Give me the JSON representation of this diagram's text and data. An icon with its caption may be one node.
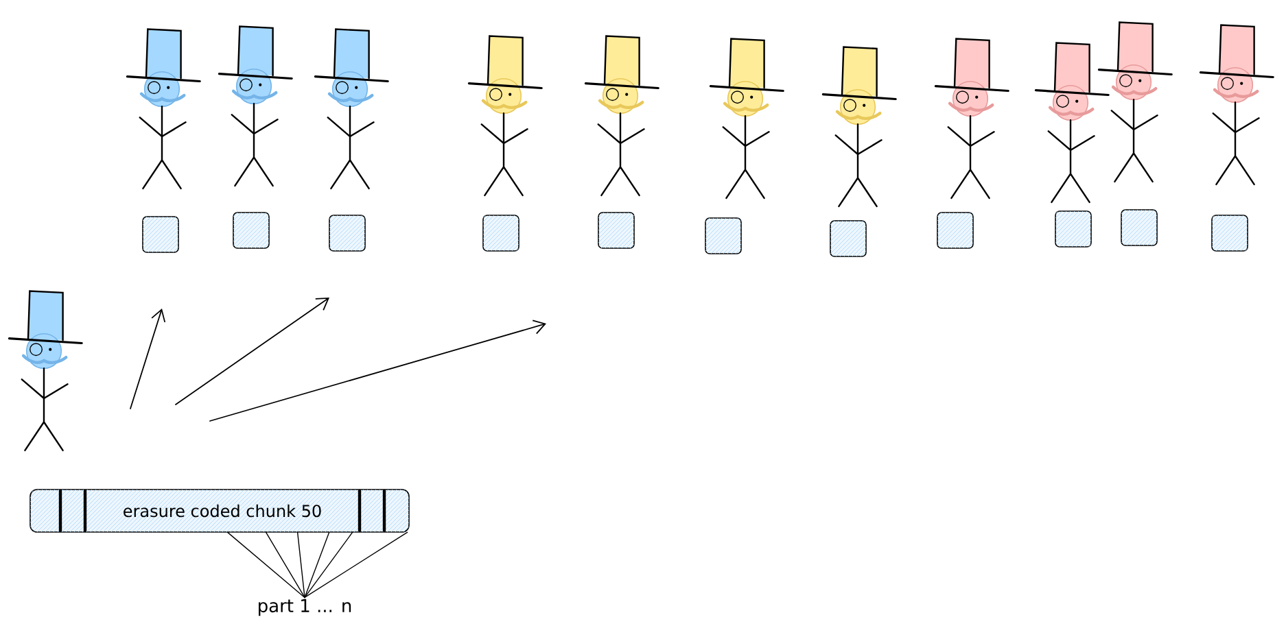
{
  "diagram": {
    "nodes": [
      {
        "text": [],
        "shape": "person"
      },
      {
        "text": [],
        "shape": "person"
      },
      {
        "text": [],
        "shape": "person"
      },
      {
        "text": [],
        "shape": "person"
      },
      {
        "text": [],
        "shape": "person"
      },
      {
        "text": [],
        "shape": "person"
      },
      {
        "text": [],
        "shape": "person"
      },
      {
        "text": [],
        "shape": "person"
      },
      {
        "text": [],
        "shape": "person"
      },
      {
        "text": [],
        "shape": "person"
      },
      {
        "text": [],
        "shape": "person"
      },
      {
        "text": [],
        "shape": "box"
      },
      {
        "text": [],
        "shape": "box"
      },
      {
        "text": [],
        "shape": "box"
      },
      {
        "text": [],
        "shape": "box"
      },
      {
        "text": [],
        "shape": "box"
      },
      {
        "text": [],
        "shape": "box"
      },
      {
        "text": [],
        "shape": "box"
      },
      {
        "text": [],
        "shape": "box"
      },
      {
        "text": [],
        "shape": "box"
      },
      {
        "text": [],
        "shape": "box"
      },
      {
        "text": [],
        "shape": "box"
      },
      {
        "text": [],
        "shape": "person"
      },
      {
        "text": [
          "erasure coded chunk 50"
        ]
      },
      {
        "text": [
          "part 1 ... n"
        ]
      }
    ],
    "edges": [
      {
        "from": 24,
        "to": 23,
        "arrow": "none"
      },
      {
        "from": 24,
        "to": 23,
        "arrow": "none"
      },
      {
        "from": 24,
        "to": 23,
        "arrow": "none"
      },
      {
        "from": 24,
        "to": 23,
        "arrow": "none"
      },
      {
        "from": 24,
        "to": 23,
        "arrow": "none"
      },
      {
        "from": 24,
        "to": 23,
        "arrow": "none"
      }
    ]
  }
}
